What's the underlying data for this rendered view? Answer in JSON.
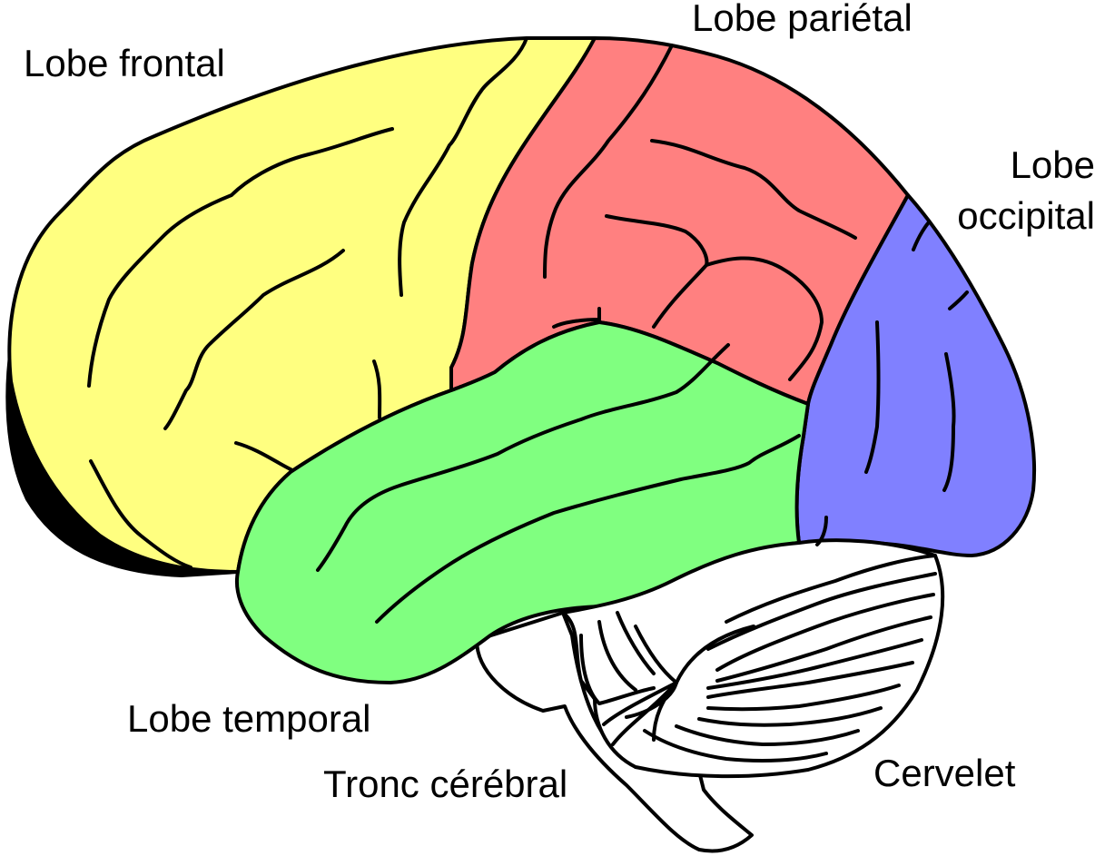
{
  "labels": {
    "frontal": "Lobe frontal",
    "parietal": "Lobe pariétal",
    "occipital_line1": "Lobe",
    "occipital_line2": "occipital",
    "temporal": "Lobe temporal",
    "brainstem": "Tronc cérébral",
    "cerebellum": "Cervelet"
  },
  "colors": {
    "frontal": "#ffff80",
    "parietal": "#ff8080",
    "occipital": "#8080ff",
    "temporal": "#80ff80",
    "cerebellum": "#ffffff",
    "brainstem": "#ffffff",
    "outline": "#000000"
  }
}
